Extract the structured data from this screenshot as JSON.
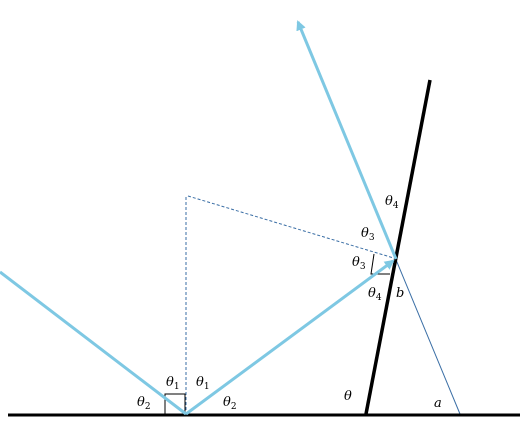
{
  "colors": {
    "background": "#ffffff",
    "surface": "#000000",
    "ray": "#7ec8e3",
    "guide": "#3a6ea5"
  },
  "labels": {
    "theta1_left": {
      "sym": "θ",
      "sub": "1"
    },
    "theta1_right": {
      "sym": "θ",
      "sub": "1"
    },
    "theta2_left": {
      "sym": "θ",
      "sub": "2"
    },
    "theta2_right": {
      "sym": "θ",
      "sub": "2"
    },
    "theta3_upper": {
      "sym": "θ",
      "sub": "3"
    },
    "theta3_lower": {
      "sym": "θ",
      "sub": "3"
    },
    "theta4_upper": {
      "sym": "θ",
      "sub": "4"
    },
    "theta4_lower": {
      "sym": "θ",
      "sub": "4"
    },
    "theta": "θ",
    "a": "a",
    "b": "b"
  }
}
